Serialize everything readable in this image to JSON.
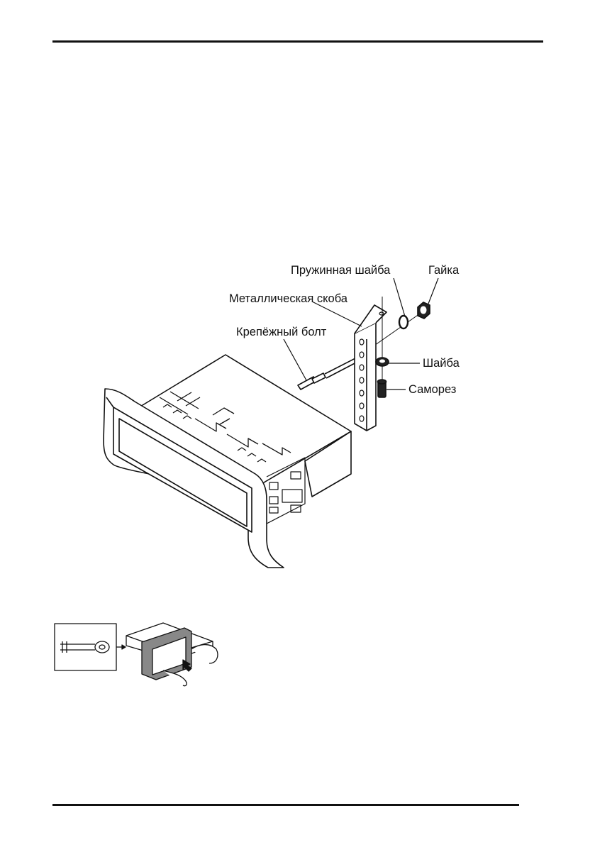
{
  "diagram": {
    "labels": {
      "spring_washer": "Пружинная шайба",
      "nut": "Гайка",
      "metal_bracket": "Металлическая скоба",
      "mounting_bolt": "Крепёжный болт",
      "washer": "Шайба",
      "self_tapping_screw": "Саморез"
    }
  }
}
